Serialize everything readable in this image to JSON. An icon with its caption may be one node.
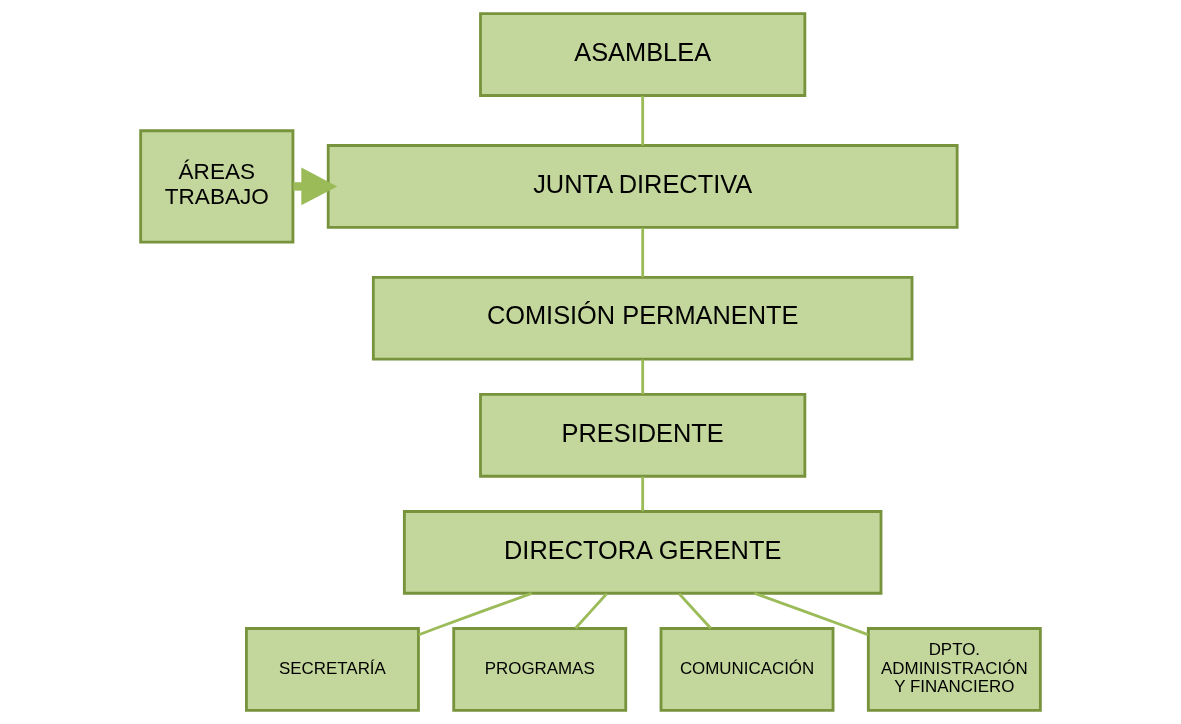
{
  "diagram": {
    "nodes": [
      {
        "text": [
          "ASAMBLEA"
        ]
      },
      {
        "text": [
          "ÁREAS TRABAJO"
        ]
      },
      {
        "text": [
          "JUNTA DIRECTIVA"
        ]
      },
      {
        "text": [
          "COMISIÓN PERMANENTE"
        ]
      },
      {
        "text": [
          "PRESIDENTE"
        ]
      },
      {
        "text": [
          "DIRECTORA GERENTE"
        ]
      },
      {
        "text": [
          "SECRETARÍA"
        ]
      },
      {
        "text": [
          "PROGRAMAS"
        ]
      },
      {
        "text": [
          "COMUNICACIÓN"
        ]
      },
      {
        "text": [
          "DPTO. ADMINISTRACIÓN Y FINANCIERO"
        ]
      }
    ],
    "edges": [
      {
        "from": 0,
        "to": 2,
        "arrow": "none"
      },
      {
        "from": 1,
        "to": 2,
        "arrow": "to",
        "style": "thick"
      },
      {
        "from": 2,
        "to": 3,
        "arrow": "none"
      },
      {
        "from": 3,
        "to": 4,
        "arrow": "none"
      },
      {
        "from": 4,
        "to": 5,
        "arrow": "none"
      },
      {
        "from": 5,
        "to": 6,
        "arrow": "none"
      },
      {
        "from": 5,
        "to": 7,
        "arrow": "none"
      },
      {
        "from": 5,
        "to": 8,
        "arrow": "none"
      },
      {
        "from": 5,
        "to": 9,
        "arrow": "none"
      }
    ]
  }
}
